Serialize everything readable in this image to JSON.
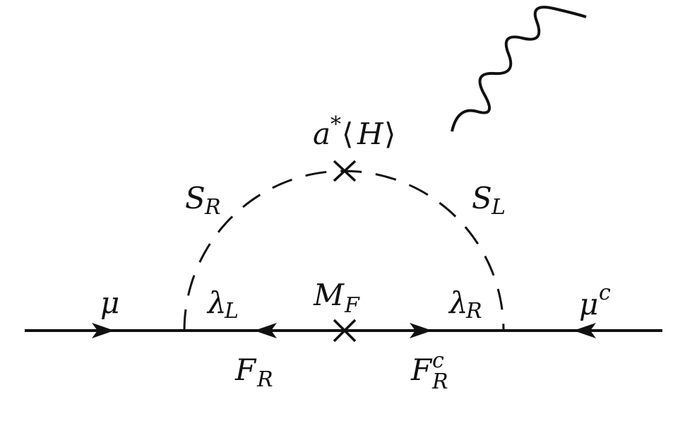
{
  "diagram": {
    "labels": {
      "mu_in": "μ",
      "mu_out_base": "μ",
      "mu_out_sup": "c",
      "lambda_L_base": "λ",
      "lambda_L_sub": "L",
      "lambda_R_base": "λ",
      "lambda_R_sub": "R",
      "M_F_base": "M",
      "M_F_sub": "F",
      "F_R_base": "F",
      "F_R_sub": "R",
      "F_Rc_base": "F",
      "F_Rc_sub": "R",
      "F_Rc_sup": "c",
      "S_R_base": "S",
      "S_R_sub": "R",
      "S_L_base": "S",
      "S_L_sub": "L",
      "vev_a": "a",
      "vev_star": "*",
      "vev_open": "⟨",
      "vev_H": "H",
      "vev_close": "⟩"
    }
  }
}
